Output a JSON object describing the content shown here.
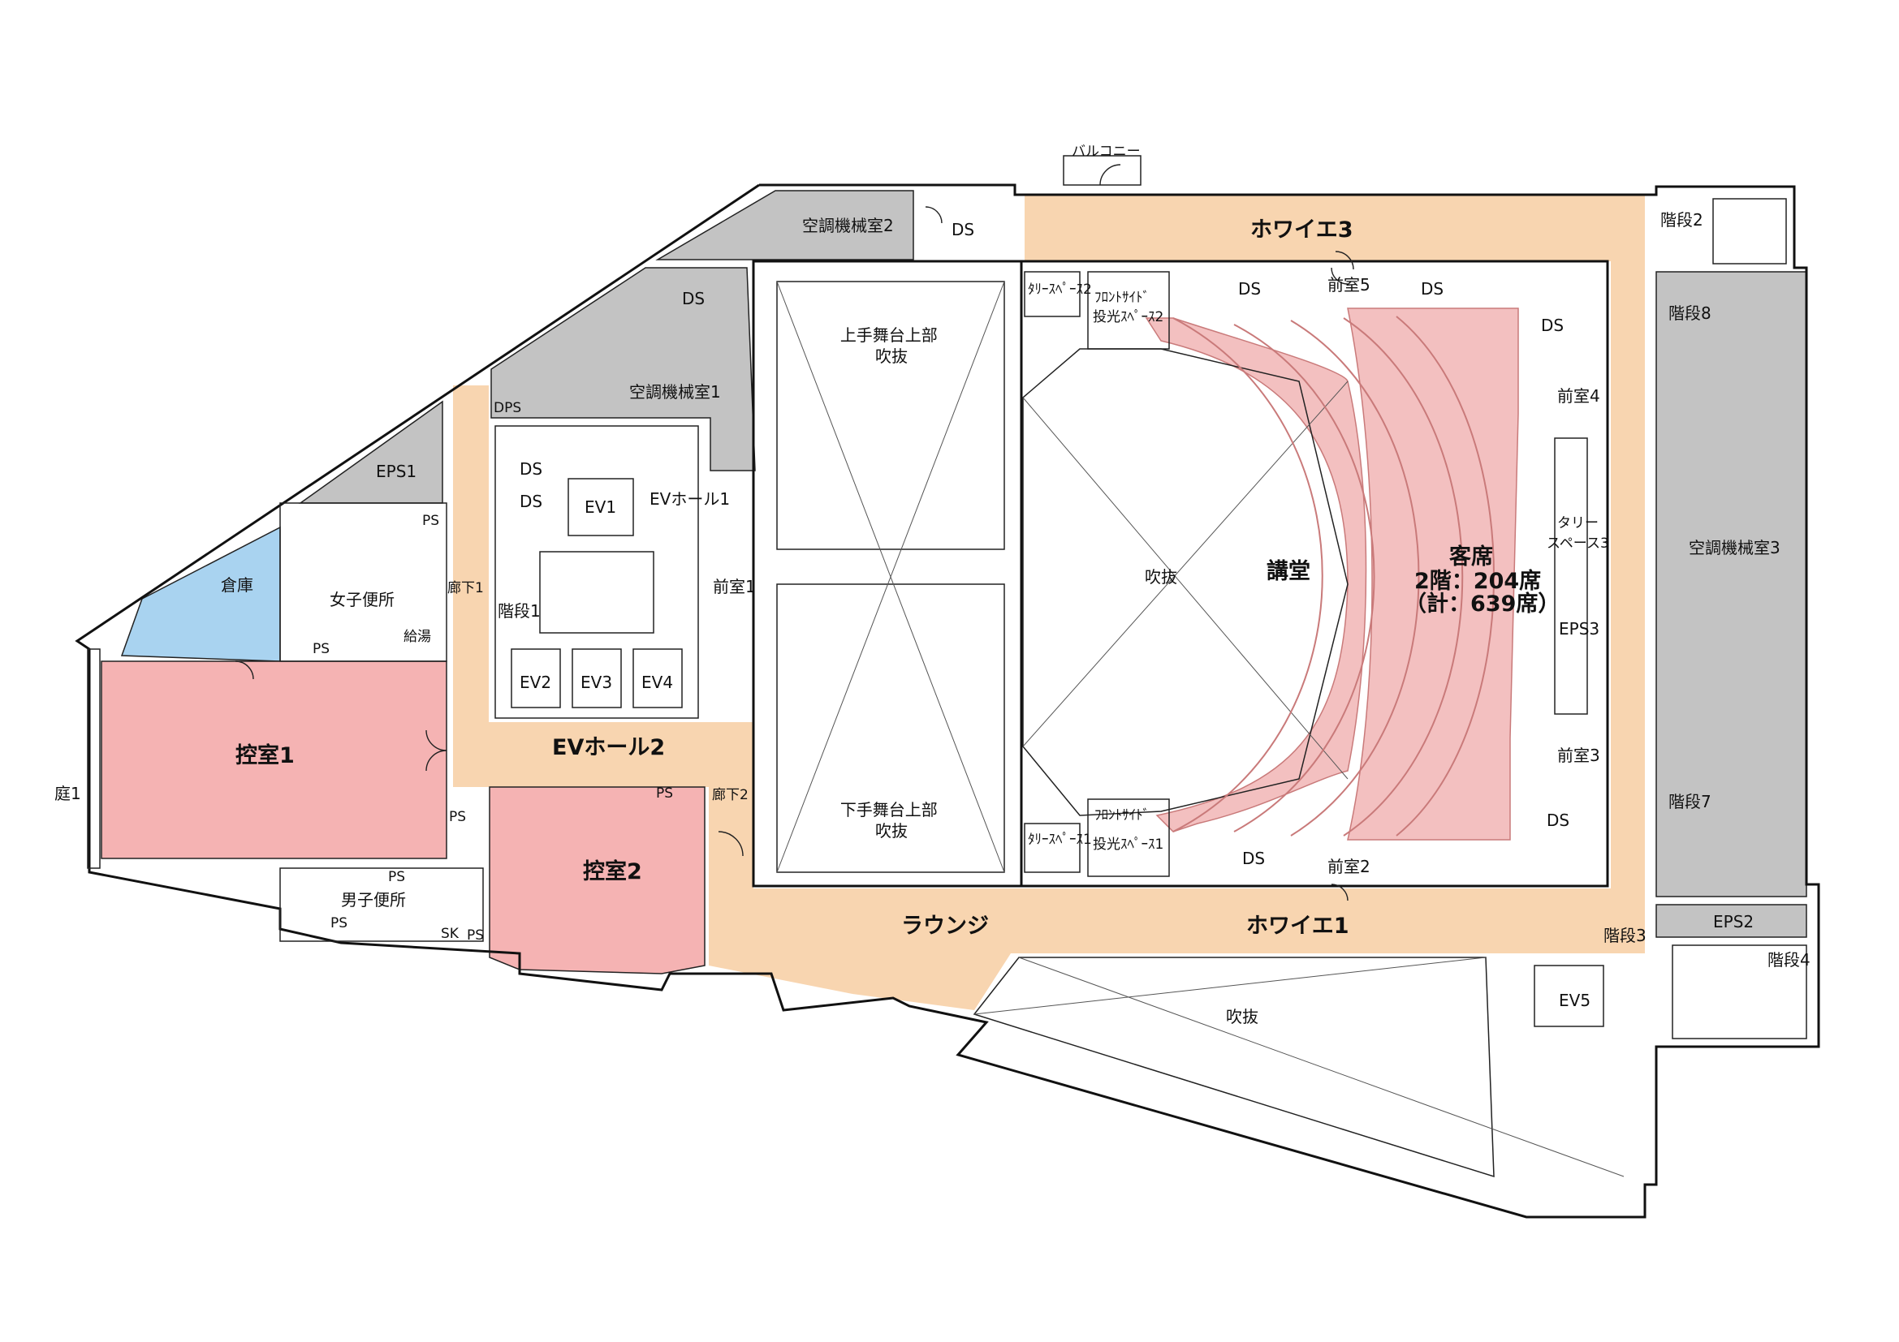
{
  "colors": {
    "circulation": "#f8d5b0",
    "mechanical": "#c3c3c3",
    "waiting_room": "#f5b3b3",
    "storage": "#a9d3f0",
    "seating": "#f3c0c0",
    "seating_stroke": "#c97a7a"
  },
  "labels": {
    "balcony": "バルコニー",
    "ac_room_2": "空調機械室2",
    "ac_room_1": "空調機械室1",
    "ac_room_3": "空調機械室3",
    "ds_top": "DS",
    "ds_diag": "DS",
    "ds_eh1": "DS",
    "ds_eh2": "DS",
    "dps": "DPS",
    "eps1": "EPS1",
    "eps2": "EPS2",
    "eps3": "EPS3",
    "storage": "倉庫",
    "womens_wc": "女子便所",
    "kyuto": "給湯",
    "ps_1": "PS",
    "ps_2": "PS",
    "ps_3": "PS",
    "ps_4": "PS",
    "ps_5": "PS",
    "ps_6": "PS",
    "ps_7": "PS",
    "sk": "SK",
    "mens_wc": "男子便所",
    "corridor_1": "廊下1",
    "corridor_2": "廊下2",
    "stair_1": "階段1",
    "stair_2": "階段2",
    "stair_3": "階段3",
    "stair_4": "階段4",
    "stair_7": "階段7",
    "stair_8": "階段8",
    "ev1": "EV1",
    "ev2": "EV2",
    "ev3": "EV3",
    "ev4": "EV4",
    "ev5": "EV5",
    "ev_hall_1": "EVホール1",
    "ev_hall_2": "EVホール2",
    "front_room_1": "前室1",
    "front_room_2": "前室2",
    "front_room_3": "前室3",
    "front_room_4": "前室4",
    "front_room_5": "前室5",
    "waiting_1": "控室1",
    "waiting_2": "控室2",
    "garden": "庭1",
    "upper_stage": "上手舞台上部\n吹抜",
    "lower_stage": "下手舞台上部\n吹抜",
    "atrium_center": "吹抜",
    "atrium_bottom": "吹抜",
    "auditorium": "講堂",
    "seating": "客席",
    "seating_2f": "2階：204席",
    "seating_total": "（計：639席）",
    "foyer_1": "ホワイエ1",
    "foyer_3": "ホワイエ3",
    "lounge": "ラウンジ",
    "tally_space_top": "ﾀﾘｰｽﾍﾟｰｽ2",
    "tally_space_bottom": "ﾀﾘｰｽﾍﾟｰｽ1",
    "tally_space_right": "タリー\nスペース3",
    "front_side_light_2": "ﾌﾛﾝﾄｻｲﾄﾞ\n投光ｽﾍﾟｰｽ2",
    "front_side_light_1": "ﾌﾛﾝﾄｻｲﾄﾞ\n投光ｽﾍﾟｰｽ1",
    "ds_aud_top_left": "DS",
    "ds_aud_top_mid": "DS",
    "ds_aud_top_right": "DS",
    "ds_aud_bot_left": "DS",
    "ds_aud_bot_right": "DS"
  }
}
